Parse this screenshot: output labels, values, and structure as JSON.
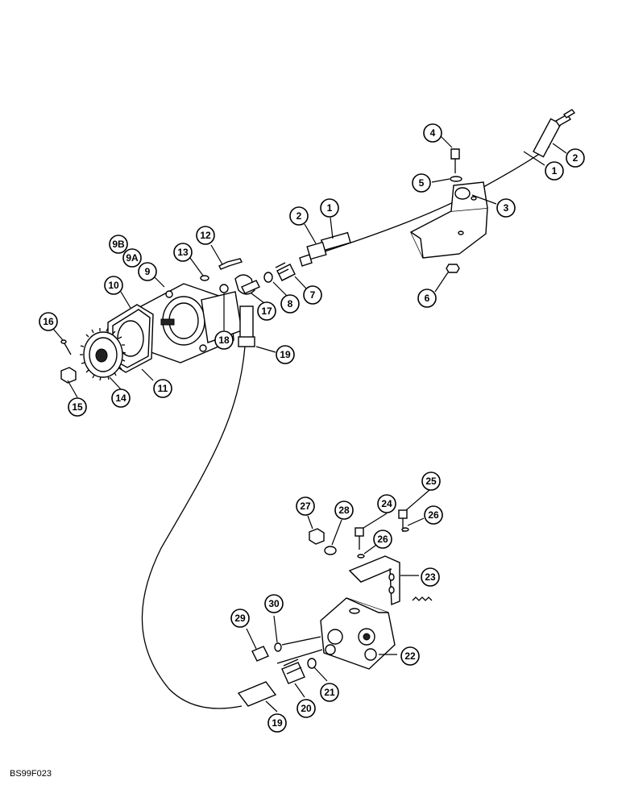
{
  "diagram": {
    "footer_code": "BS99F023",
    "callouts": [
      {
        "id": "c1a",
        "label": "1"
      },
      {
        "id": "c2a",
        "label": "2"
      },
      {
        "id": "c3",
        "label": "3"
      },
      {
        "id": "c4",
        "label": "4"
      },
      {
        "id": "c5",
        "label": "5"
      },
      {
        "id": "c6",
        "label": "6"
      },
      {
        "id": "c1b",
        "label": "1"
      },
      {
        "id": "c2b",
        "label": "2"
      },
      {
        "id": "c7",
        "label": "7"
      },
      {
        "id": "c8",
        "label": "8"
      },
      {
        "id": "c17",
        "label": "17"
      },
      {
        "id": "c18",
        "label": "18"
      },
      {
        "id": "c19a",
        "label": "19"
      },
      {
        "id": "c12",
        "label": "12"
      },
      {
        "id": "c13",
        "label": "13"
      },
      {
        "id": "c9b",
        "label": "9B"
      },
      {
        "id": "c9a",
        "label": "9A"
      },
      {
        "id": "c9",
        "label": "9"
      },
      {
        "id": "c10",
        "label": "10"
      },
      {
        "id": "c11",
        "label": "11"
      },
      {
        "id": "c14",
        "label": "14"
      },
      {
        "id": "c15",
        "label": "15"
      },
      {
        "id": "c16",
        "label": "16"
      },
      {
        "id": "c25",
        "label": "25"
      },
      {
        "id": "c27",
        "label": "27"
      },
      {
        "id": "c28",
        "label": "28"
      },
      {
        "id": "c24",
        "label": "24"
      },
      {
        "id": "c26a",
        "label": "26"
      },
      {
        "id": "c26b",
        "label": "26"
      },
      {
        "id": "c23",
        "label": "23"
      },
      {
        "id": "c29",
        "label": "29"
      },
      {
        "id": "c30",
        "label": "30"
      },
      {
        "id": "c22",
        "label": "22"
      },
      {
        "id": "c21",
        "label": "21"
      },
      {
        "id": "c20",
        "label": "20"
      },
      {
        "id": "c19b",
        "label": "19"
      }
    ]
  }
}
